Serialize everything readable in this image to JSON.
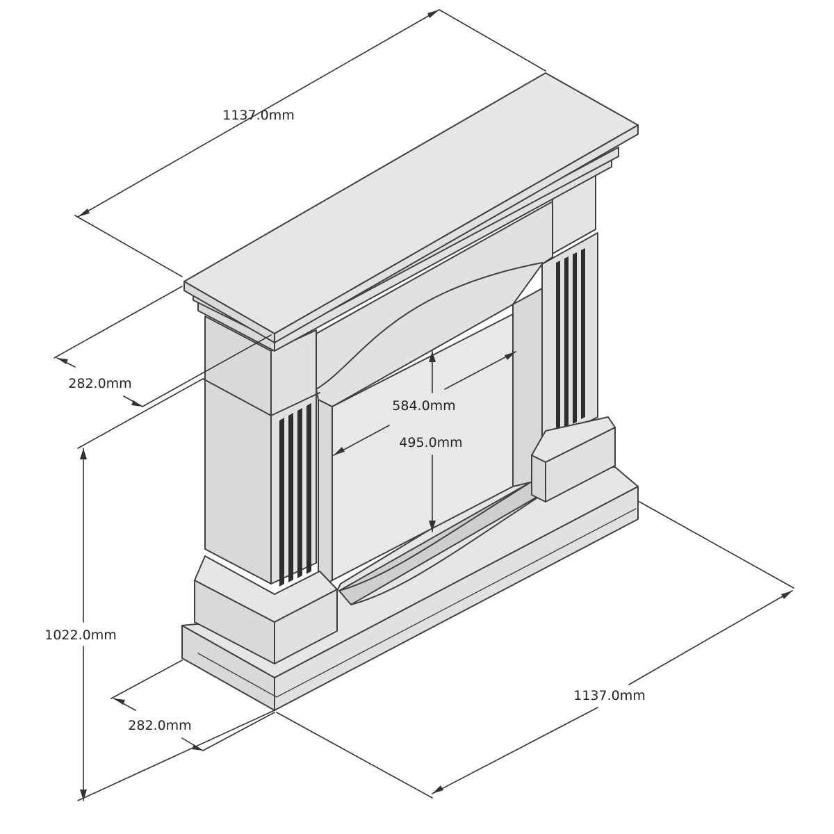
{
  "figure": {
    "dimensions": {
      "top_width": "1137.0mm",
      "top_depth": "282.0mm",
      "opening_width": "584.0mm",
      "opening_height": "495.0mm",
      "total_height": "1022.0mm",
      "base_depth": "282.0mm",
      "base_width": "1137.0mm"
    }
  }
}
